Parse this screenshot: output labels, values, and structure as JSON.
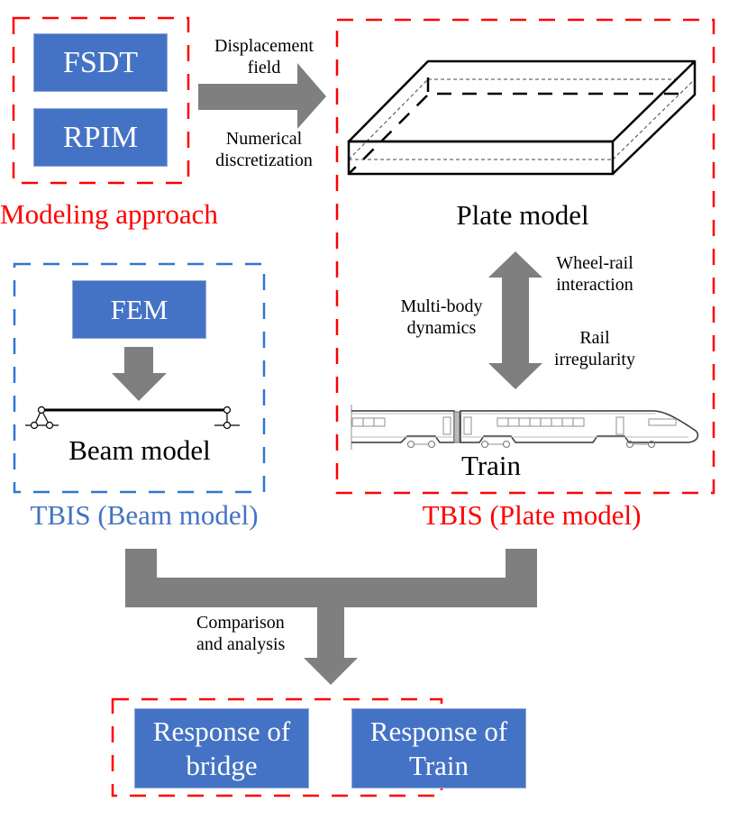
{
  "colors": {
    "box_fill": "#4472c4",
    "box_text": "#ffffff",
    "arrow_fill": "#7f7f7f",
    "red_dash": "#ff0000",
    "blue_dash": "#2e75d6",
    "blue_caption": "#4472c4"
  },
  "modeling": {
    "boxes": [
      "FSDT",
      "RPIM"
    ],
    "caption": "Modeling approach",
    "arrow_label_top": [
      "Displacement",
      "field"
    ],
    "arrow_label_bottom": [
      "Numerical",
      "discretization"
    ]
  },
  "plate": {
    "label": "Plate model",
    "interaction_left": [
      "Multi-body",
      "dynamics"
    ],
    "interaction_right_top": [
      "Wheel-rail",
      "interaction"
    ],
    "interaction_right_bottom": [
      "Rail",
      "irregularity"
    ],
    "train_label": "Train",
    "caption": "TBIS (Plate model)"
  },
  "beam": {
    "box": "FEM",
    "label": "Beam model",
    "caption": "TBIS (Beam model)"
  },
  "comparison": {
    "label": [
      "Comparison",
      "and analysis"
    ]
  },
  "responses": {
    "boxes": [
      [
        "Response of",
        "bridge"
      ],
      [
        "Response of",
        "Train"
      ]
    ]
  }
}
